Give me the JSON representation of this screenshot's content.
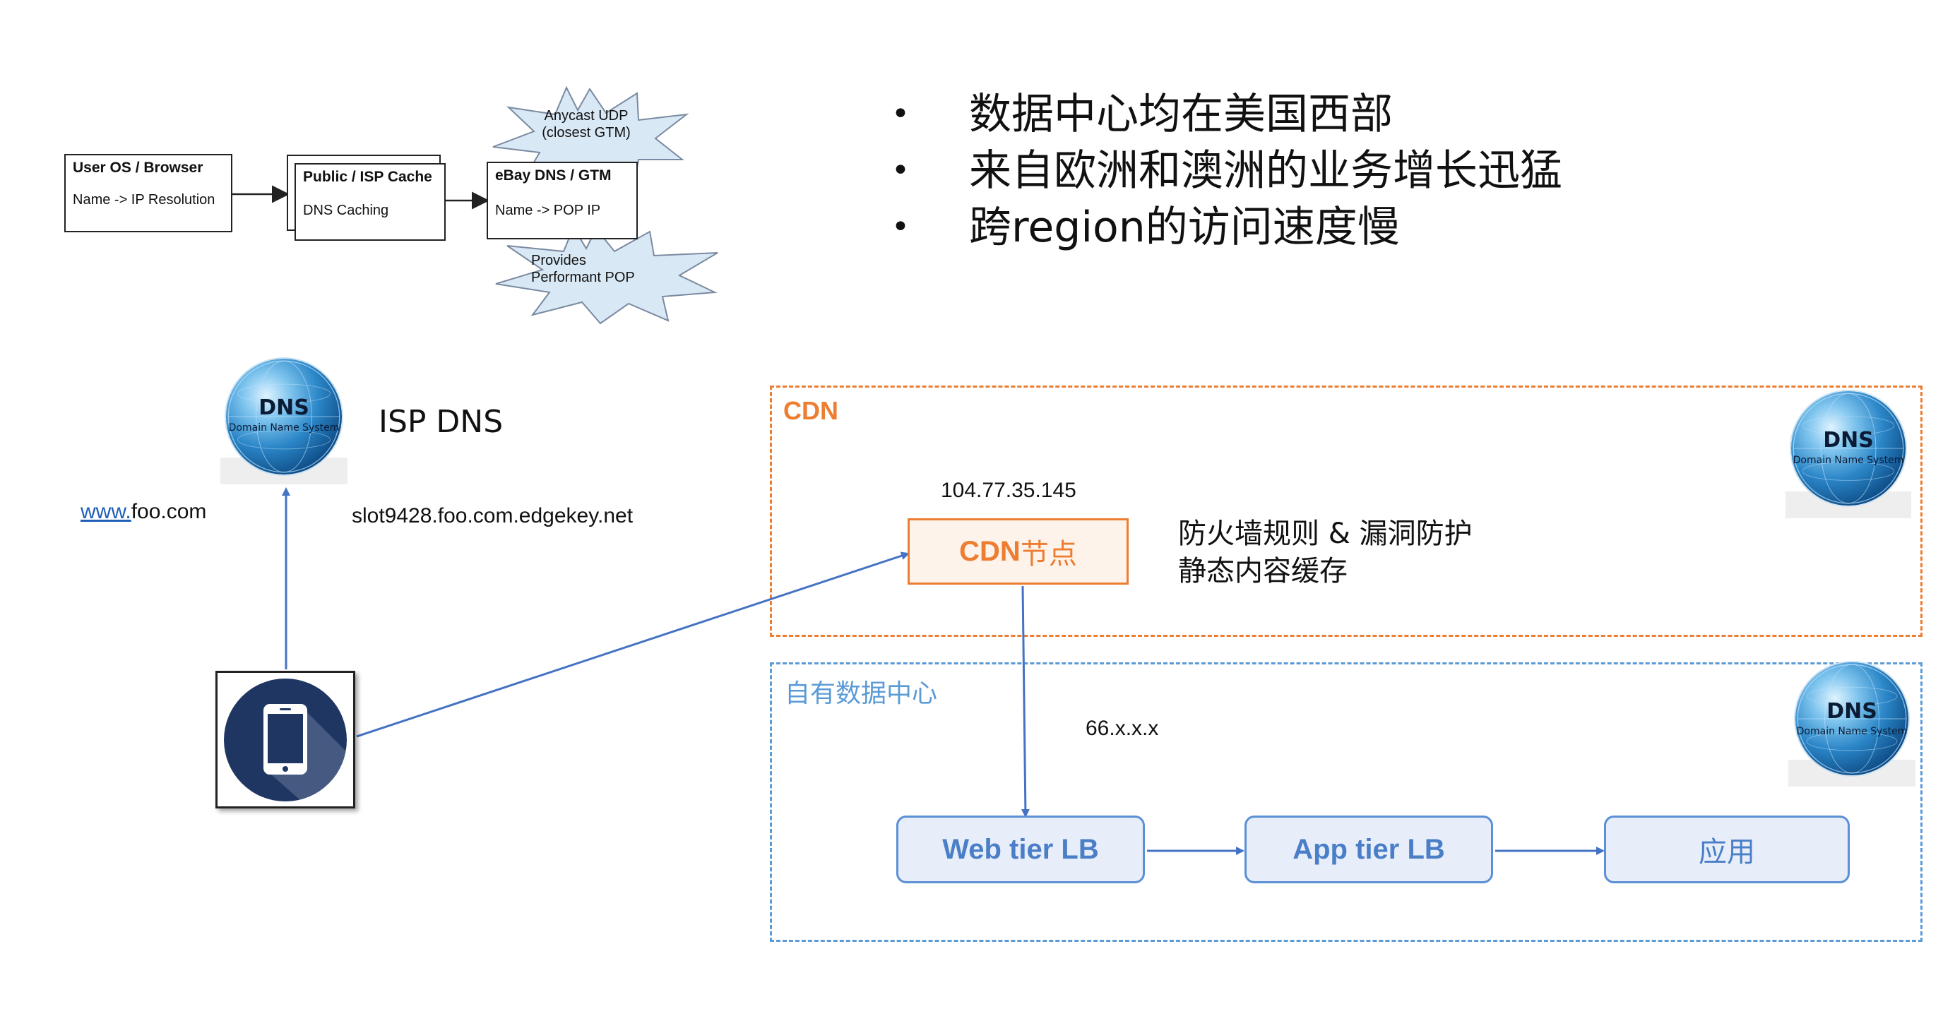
{
  "flow": {
    "user_box": {
      "title": "User OS / Browser",
      "sub": "Name -> IP Resolution"
    },
    "isp_box": {
      "title": "Public / ISP Cache",
      "sub": "DNS Caching"
    },
    "ebay_box": {
      "title": "eBay DNS / GTM",
      "sub": "Name -> POP IP"
    },
    "burst_top": {
      "line1": "Anycast UDP",
      "line2": "(closest GTM)"
    },
    "burst_bottom": {
      "line1": "Provides",
      "line2": "Performant POP"
    }
  },
  "bullets": [
    "数据中心均在美国西部",
    "来自欧洲和澳洲的业务增长迅猛",
    "跨region的访问速度慢"
  ],
  "bullet_symbol": "•",
  "isp_dns_label": "ISP DNS",
  "www_link": {
    "prefix": "www.",
    "rest": "foo.com"
  },
  "edgekey_host": "slot9428.foo.com.edgekey.net",
  "cdn_ip": "104.77.35.145",
  "origin_ip": "66.x.x.x",
  "cdn_region": {
    "label": "CDN",
    "color": "#ed7d31"
  },
  "dc_region": {
    "label": "自有数据中心",
    "color": "#5b9bd5"
  },
  "cdn_node": {
    "label_latin": "CDN",
    "label_cjk": "节点"
  },
  "cdn_features": [
    "防火墙规则 & 漏洞防护",
    "静态内容缓存"
  ],
  "tiers": {
    "web": "Web tier LB",
    "app": "App tier LB",
    "application": "应用"
  },
  "dns_icon": {
    "title": "DNS",
    "subtitle": "Domain Name System"
  },
  "colors": {
    "arrow_blue": "#4472c4",
    "tier_text": "#4a7fc8",
    "tier_fill": "#e7eef9",
    "phone_bg": "#1f3662"
  }
}
